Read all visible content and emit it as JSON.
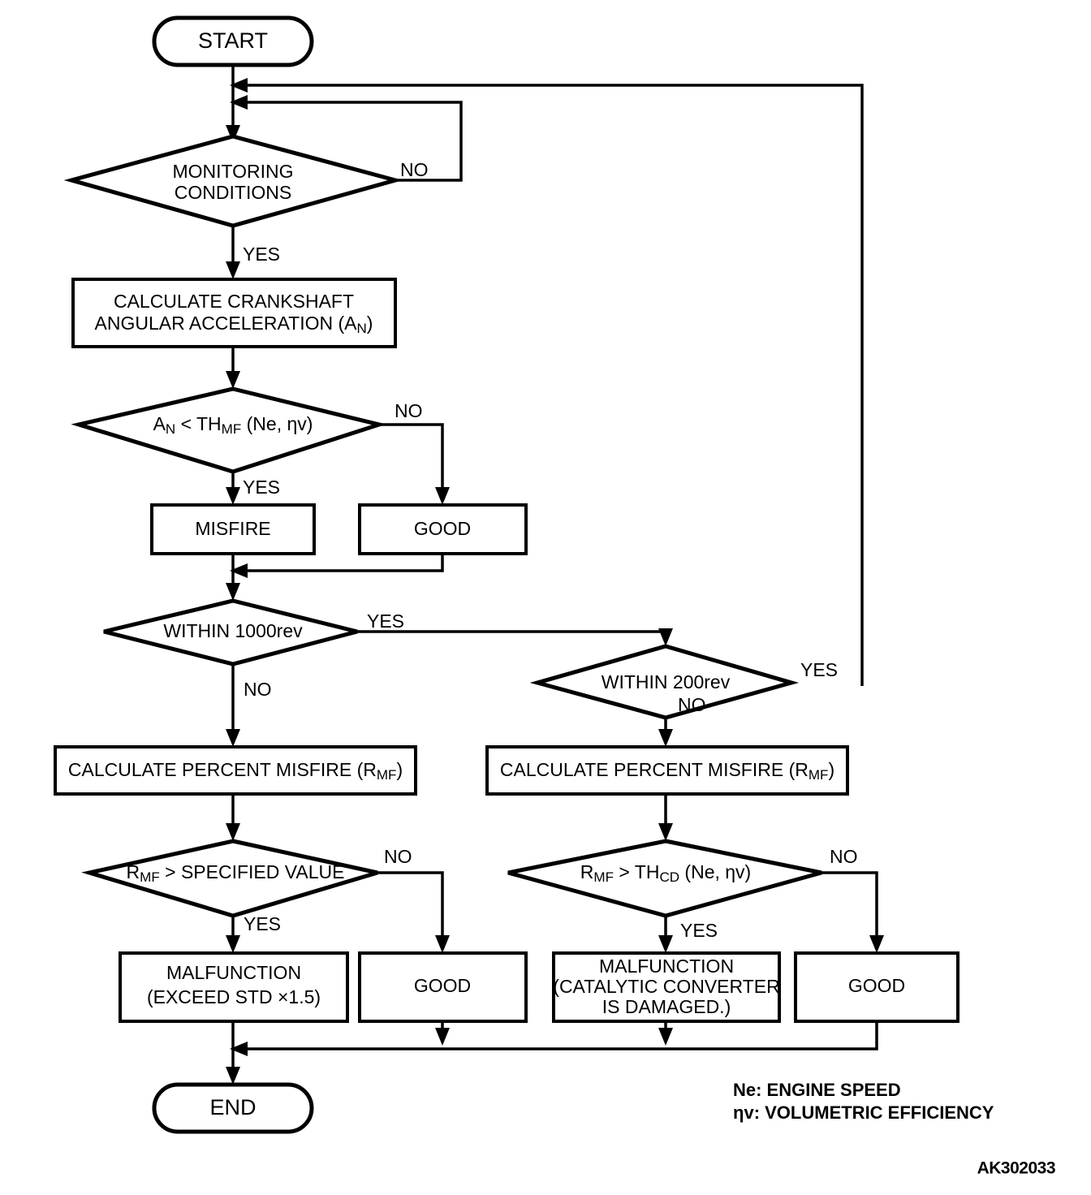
{
  "diagram": {
    "title": "Misfire and Catalytic Converter Damage Monitoring Flowchart",
    "reference_code": "AK302033",
    "colors": {
      "background": "#ffffff",
      "stroke": "#000000",
      "fill": "#ffffff"
    },
    "terminators": {
      "start": "START",
      "end": "END"
    },
    "decisions": {
      "monitoring_conditions_line1": "MONITORING",
      "monitoring_conditions_line2": "CONDITIONS",
      "an_threshold_pre": "A",
      "an_threshold_sub1": "N",
      "an_threshold_mid": " < TH",
      "an_threshold_sub2": "MF",
      "an_threshold_post": " (Ne, ηv)",
      "within_1000rev": "WITHIN 1000rev",
      "within_200rev": "WITHIN 200rev",
      "rmf_specified_pre": "R",
      "rmf_specified_sub": "MF",
      "rmf_specified_post": " > SPECIFIED VALUE",
      "rmf_thcd_pre": "R",
      "rmf_thcd_sub1": "MF",
      "rmf_thcd_mid": " > TH",
      "rmf_thcd_sub2": "CD",
      "rmf_thcd_post": " (Ne, ηv)"
    },
    "processes": {
      "calculate_crankshaft_line1": "CALCULATE CRANKSHAFT",
      "calculate_crankshaft_line2_pre": "ANGULAR ACCELERATION (A",
      "calculate_crankshaft_line2_sub": "N",
      "calculate_crankshaft_line2_post": ")",
      "misfire": "MISFIRE",
      "good_1": "GOOD",
      "calc_pct_misfire_left_pre": "CALCULATE PERCENT MISFIRE (R",
      "calc_pct_misfire_left_sub": "MF",
      "calc_pct_misfire_left_post": ")",
      "calc_pct_misfire_right_pre": "CALCULATE PERCENT MISFIRE (R",
      "calc_pct_misfire_right_sub": "MF",
      "calc_pct_misfire_right_post": ")",
      "malfunction_exceed_line1": "MALFUNCTION",
      "malfunction_exceed_line2": "(EXCEED STD  ×1.5)",
      "good_2": "GOOD",
      "malfunction_catalytic_line1": "MALFUNCTION",
      "malfunction_catalytic_line2": "(CATALYTIC CONVERTER",
      "malfunction_catalytic_line3": "IS DAMAGED.)",
      "good_3": "GOOD"
    },
    "edge_labels": {
      "monitoring_no": "NO",
      "monitoring_yes": "YES",
      "an_no": "NO",
      "an_yes": "YES",
      "within1000_yes": "YES",
      "within1000_no": "NO",
      "within200_yes": "YES",
      "within200_no": "NO",
      "rmf_spec_no": "NO",
      "rmf_spec_yes": "YES",
      "rmf_thcd_no": "NO",
      "rmf_thcd_yes": "YES"
    },
    "legend": {
      "line1": "Ne: ENGINE SPEED",
      "line2_symbol": "η",
      "line2_rest": "v: VOLUMETRIC EFFICIENCY"
    }
  }
}
